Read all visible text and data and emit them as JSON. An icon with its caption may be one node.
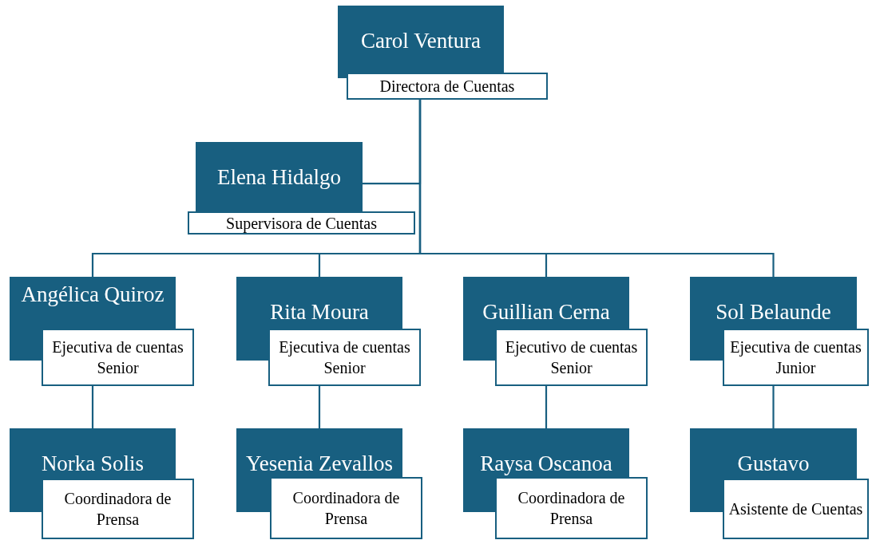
{
  "diagram": {
    "nodes": [
      {
        "text": [
          "Carol Ventura",
          "Directora de Cuentas"
        ]
      },
      {
        "text": [
          "Elena Hidalgo",
          "Supervisora de Cuentas"
        ]
      },
      {
        "text": [
          "Angélica Quiroz",
          "Ejecutiva de cuentas Senior"
        ]
      },
      {
        "text": [
          "Rita Moura",
          "Ejecutiva de cuentas Senior"
        ]
      },
      {
        "text": [
          "Guillian Cerna",
          "Ejecutivo de cuentas Senior"
        ]
      },
      {
        "text": [
          "Sol Belaunde",
          "Ejecutiva de cuentas Junior"
        ]
      },
      {
        "text": [
          "Norka Solis",
          "Coordinadora de Prensa"
        ]
      },
      {
        "text": [
          "Yesenia Zevallos",
          "Coordinadora de Prensa"
        ]
      },
      {
        "text": [
          "Raysa Oscanoa",
          "Coordinadora de Prensa"
        ]
      },
      {
        "text": [
          "Gustavo",
          "Asistente de Cuentas"
        ]
      }
    ],
    "edges": [
      {
        "from": 0,
        "to": 1,
        "arrow": "none"
      },
      {
        "from": 0,
        "to": 2,
        "arrow": "none"
      },
      {
        "from": 0,
        "to": 3,
        "arrow": "none"
      },
      {
        "from": 0,
        "to": 4,
        "arrow": "none"
      },
      {
        "from": 0,
        "to": 5,
        "arrow": "none"
      },
      {
        "from": 2,
        "to": 6,
        "arrow": "none"
      },
      {
        "from": 3,
        "to": 7,
        "arrow": "none"
      },
      {
        "from": 4,
        "to": 8,
        "arrow": "none"
      },
      {
        "from": 5,
        "to": 9,
        "arrow": "none"
      }
    ]
  }
}
